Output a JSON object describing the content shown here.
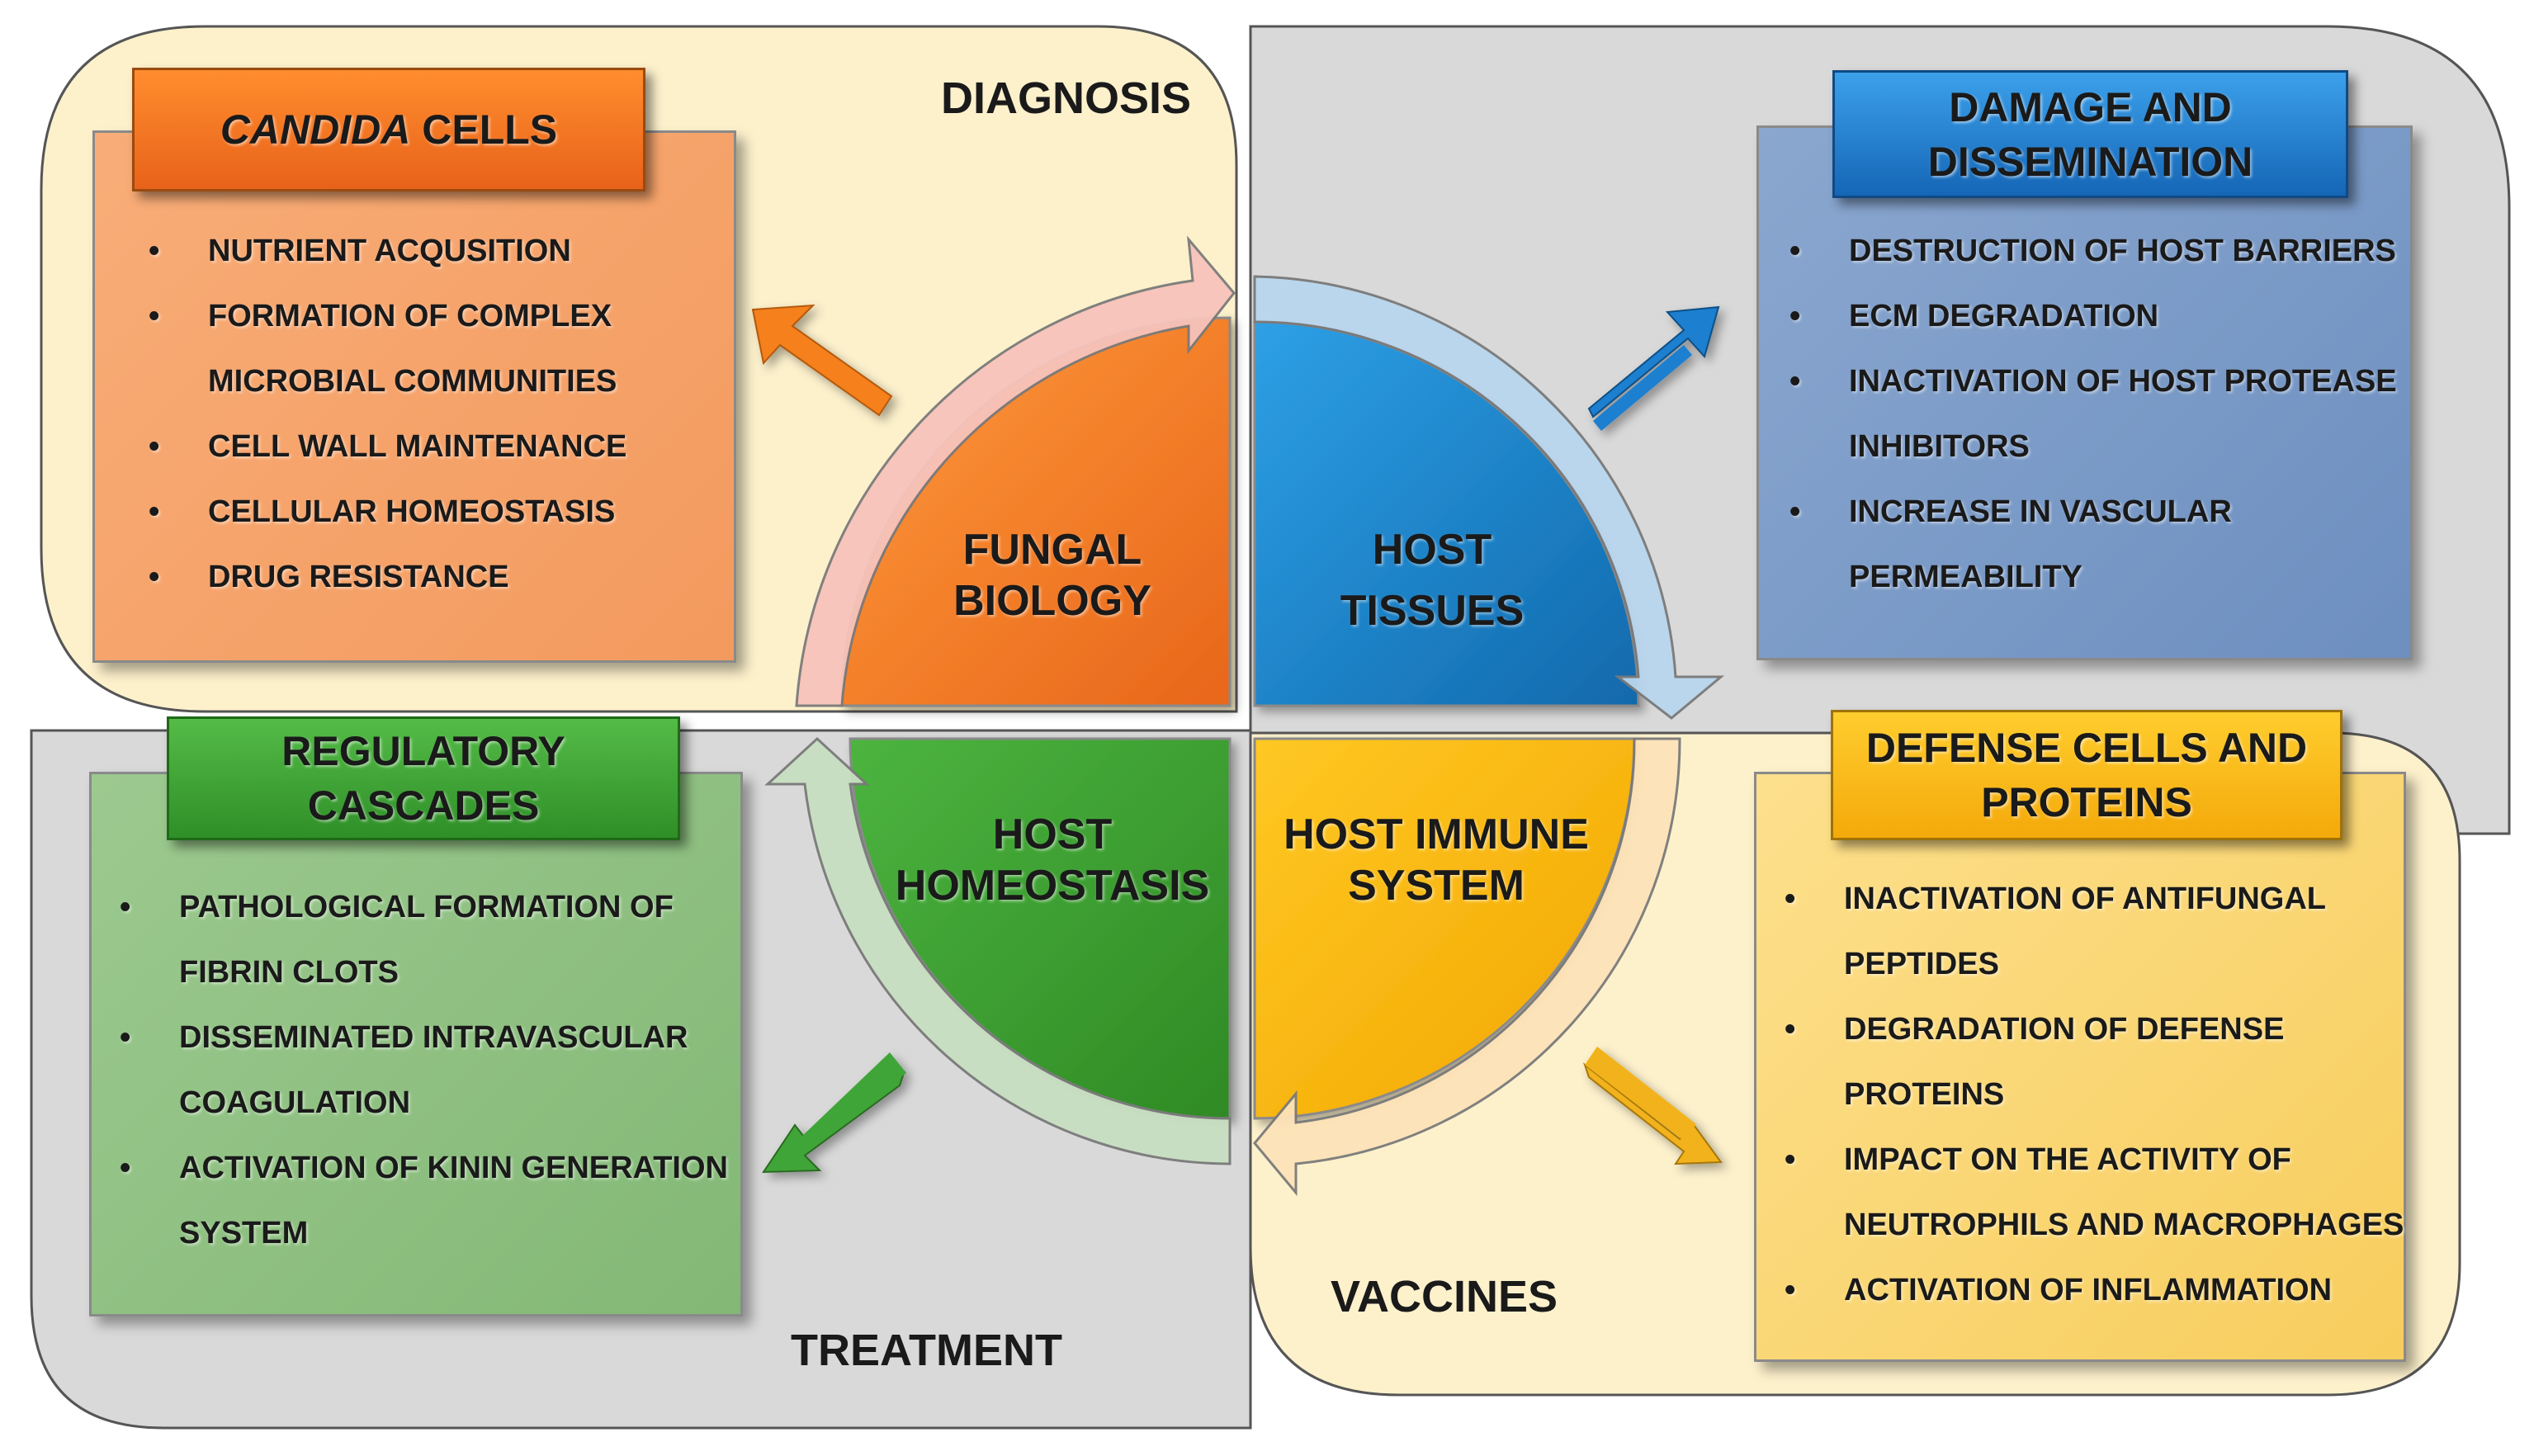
{
  "regions": {
    "diagnosis": "DIAGNOSIS",
    "treatment": "TREATMENT",
    "vaccines": "VACCINES"
  },
  "center": {
    "fungal_biology": [
      "FUNGAL",
      "BIOLOGY"
    ],
    "host_tissues": [
      "HOST",
      "TISSUES"
    ],
    "host_homeostasis": [
      "HOST",
      "HOMEOSTASIS"
    ],
    "host_immune_system": [
      "HOST IMMUNE",
      "SYSTEM"
    ]
  },
  "panels": {
    "candida": {
      "title_italic": "CANDIDA",
      "title_rest": " CELLS",
      "items": [
        "NUTRIENT ACQUSITION",
        "FORMATION OF COMPLEX",
        "MICROBIAL COMMUNITIES",
        "CELL WALL MAINTENANCE",
        "CELLULAR HOMEOSTASIS",
        "DRUG RESISTANCE"
      ]
    },
    "damage": {
      "title": [
        "DAMAGE AND",
        "DISSEMINATION"
      ],
      "items": [
        "DESTRUCTION OF HOST BARRIERS",
        "ECM DEGRADATION",
        "INACTIVATION OF HOST PROTEASE",
        "INHIBITORS",
        "INCREASE IN VASCULAR",
        "PERMEABILITY"
      ]
    },
    "regulatory": {
      "title": [
        "REGULATORY",
        "CASCADES"
      ],
      "items": [
        "PATHOLOGICAL FORMATION OF",
        "FIBRIN CLOTS",
        "DISSEMINATED INTRAVASCULAR",
        "COAGULATION",
        "ACTIVATION OF KININ GENERATION",
        "SYSTEM"
      ]
    },
    "defense": {
      "title": [
        "DEFENSE CELLS AND",
        "PROTEINS"
      ],
      "items": [
        "INACTIVATION OF ANTIFUNGAL",
        "PEPTIDES",
        "DEGRADATION OF DEFENSE",
        "PROTEINS",
        "IMPACT ON  THE ACTIVITY OF",
        "NEUTROPHILS AND MACROPHAGES",
        "ACTIVATION OF INFLAMMATION"
      ]
    }
  },
  "bullet_glyph": "•",
  "colors": {
    "cream": "#fdf1cc",
    "gray": "#d9d9d9",
    "orange": "#f5801f",
    "blue": "#1e86c9",
    "green": "#3f9e33",
    "gold": "#fdbd12"
  }
}
